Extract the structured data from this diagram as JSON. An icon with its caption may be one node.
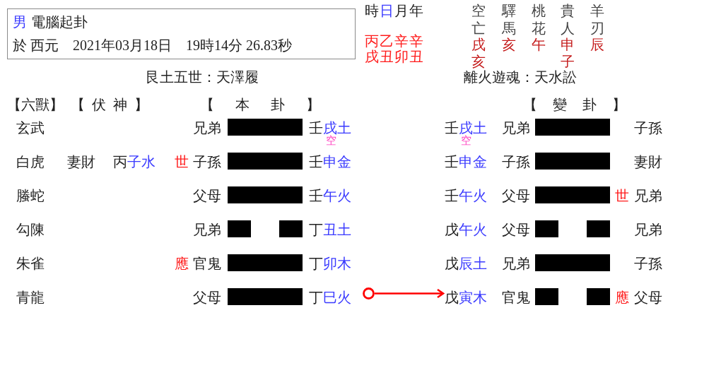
{
  "diagram": {
    "nodes": [
      {
        "text": [
          "男",
          "電腦起卦",
          "於 西元　2021年03月18日　19時14分 26.83秒"
        ]
      },
      {
        "text": [],
        "shape": "bar"
      },
      {
        "text": [],
        "shape": "bar"
      },
      {
        "text": [],
        "shape": "bar"
      },
      {
        "text": [],
        "shape": "bar"
      },
      {
        "text": [],
        "shape": "bar"
      },
      {
        "text": [],
        "shape": "bar"
      },
      {
        "text": [],
        "shape": "bar"
      },
      {
        "text": [],
        "shape": "bar"
      },
      {
        "text": [],
        "shape": "bar"
      },
      {
        "text": [],
        "shape": "bar"
      },
      {
        "text": [],
        "shape": "bar"
      },
      {
        "text": [],
        "shape": "bar"
      },
      {
        "text": [],
        "shape": "bar"
      },
      {
        "text": [],
        "shape": "circle"
      },
      {
        "text": [
          "戊寅木"
        ]
      },
      {
        "text": [],
        "shape": "bar"
      },
      {
        "text": [],
        "shape": "bar"
      }
    ],
    "edges": [
      {
        "from": 14,
        "to": 15,
        "arrow": "to",
        "color": "#ff0000"
      }
    ],
    "labels": [
      "時",
      "日",
      "月",
      "年",
      "丙",
      "乙",
      "辛",
      "辛",
      "戌",
      "丑",
      "卯",
      "丑",
      "空亡",
      "驛馬",
      "桃花",
      "貴人",
      "羊刃",
      "戌亥",
      "亥",
      "午",
      "申子",
      "辰",
      "艮土五世：天澤履",
      "離火遊魂：天水訟",
      "【六獸】",
      "【伏神】",
      "【本卦】",
      "【變卦】",
      "玄武",
      "兄弟",
      "壬戌土",
      "空",
      "壬戌土",
      "空",
      "兄弟",
      "子孫",
      "白虎",
      "妻財",
      "丙子水",
      "世",
      "子孫",
      "壬申金",
      "壬申金",
      "子孫",
      "妻財",
      "螣蛇",
      "父母",
      "壬午火",
      "壬午火",
      "父母",
      "世",
      "兄弟",
      "勾陳",
      "兄弟",
      "丁丑土",
      "戊午火",
      "父母",
      "兄弟",
      "朱雀",
      "應",
      "官鬼",
      "丁卯木",
      "戊辰土",
      "兄弟",
      "子孫",
      "青龍",
      "父母",
      "丁巳火",
      "官鬼",
      "應",
      "父母"
    ]
  }
}
